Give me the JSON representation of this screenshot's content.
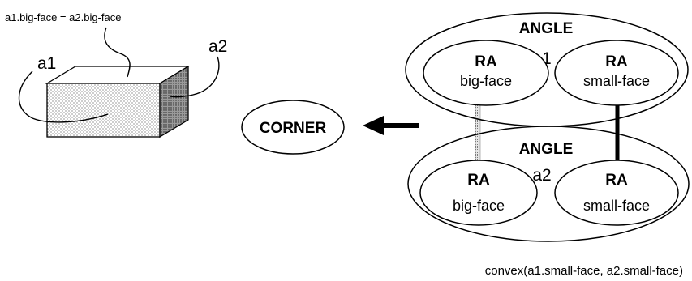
{
  "left_figure": {
    "equation": "a1.big-face = a2.big-face",
    "label_a1": "a1",
    "label_a2": "a2"
  },
  "corner": {
    "label": "CORNER"
  },
  "angles": [
    {
      "title": "ANGLE",
      "id_label": "a1",
      "big_ra": {
        "title": "RA",
        "face": "big-face"
      },
      "small_ra": {
        "title": "RA",
        "face": "small-face"
      }
    },
    {
      "title": "ANGLE",
      "id_label": "a2",
      "big_ra": {
        "title": "RA",
        "face": "big-face"
      },
      "small_ra": {
        "title": "RA",
        "face": "small-face"
      }
    }
  ],
  "caption": "convex(a1.small-face, a2.small-face)"
}
